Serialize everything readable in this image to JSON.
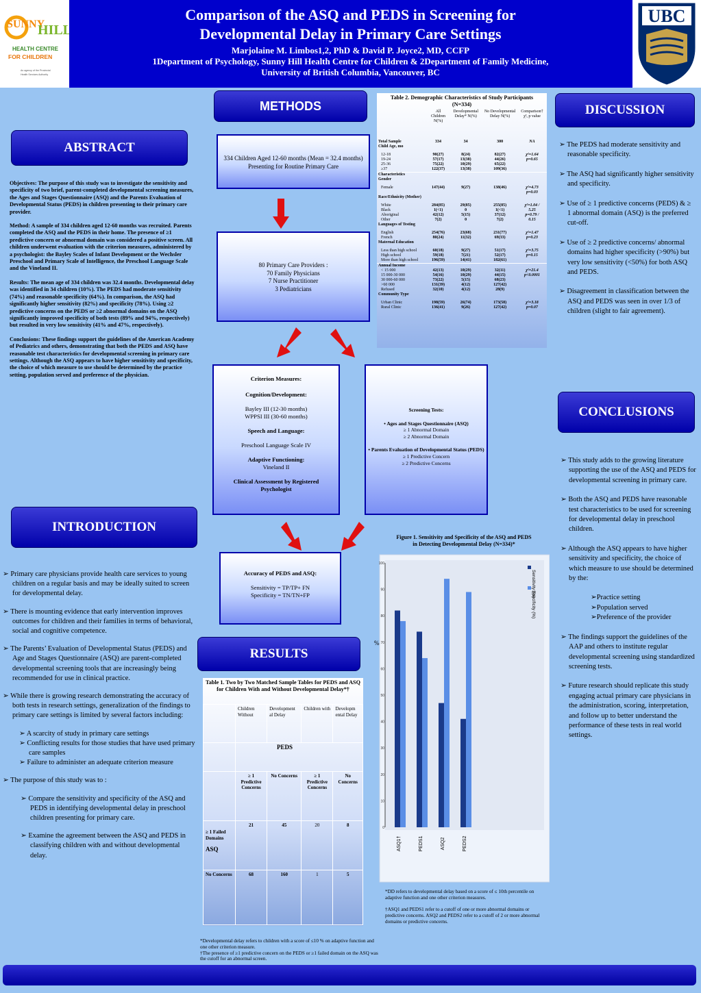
{
  "header": {
    "title_line1": "Comparison of the ASQ and PEDS in Screening for",
    "title_line2": "Developmental Delay in Primary Care Settings",
    "authors": "Marjolaine M. Limbos1,2, PhD & David P. Joyce2, MD, CCFP",
    "affil_line1": "1Department of Psychology, Sunny Hill Health Centre for Children &  2Department of Family Medicine,",
    "affil_line2": "University of British Columbia, Vancouver, BC"
  },
  "logo_left": {
    "name": "SUNNY HILL",
    "line1": "HEALTH CENTRE",
    "line2": "FOR CHILDREN",
    "tag": "An agency of the Provincial Health Services Authority"
  },
  "logo_right": {
    "name": "UBC"
  },
  "sections": {
    "abstract": "ABSTRACT",
    "introduction": "INTRODUCTION",
    "methods": "METHODS",
    "results": "RESULTS",
    "discussion": "DISCUSSION",
    "conclusions": "CONCLUSIONS"
  },
  "abstract": {
    "objectives": "Objectives: The purpose of this study was to investigate the sensitivity and specificity of two brief, parent-completed developmental screening measures, the Ages and Stages Questionnaire (ASQ) and the Parents Evaluation of Developmental Status (PEDS) in children presenting to their primary care provider.",
    "method": "Method:  A sample of 334 children aged 12-60 months was recruited.  Parents completed the ASQ and the PEDS in their home.  The presence of ≥1 predictive concern or abnormal domain was considered a positive screen.  All children underwent evaluation with the criterion measures, administered by a psychologist: the Bayley Scales of Infant Development or the Wechsler Preschool and Primary Scale of Intelligence, the Preschool Language Scale and the Vineland II.",
    "results": "Results:  The mean age of 334 children was 32.4 months.  Developmental delay was identified in 34 children (10%).  The PEDS had moderate sensitivity (74%) and reasonable specificity (64%).  In comparison, the ASQ had significantly higher sensitivity (82%) and specificity (78%).  Using ≥2 predictive concerns on the PEDS or ≥2 abnormal domains on the ASQ significantly improved specificity of both tests (89% and 94%, respectively) but resulted in very low sensitivity (41% and 47%, respectively).",
    "conclusions": "Conclusions: These findings support the guidelines of the American Academy of Pediatrics and others, demonstrating that both the PEDS and ASQ have reasonable test characteristics for developmental screening in primary care settings.  Although the ASQ appears to have higher sensitivity and specificity, the choice of which measure to use should be determined by the practice setting, population served and preference of the physician."
  },
  "introduction": {
    "b1": "Primary care physicians provide health care services to young children on a regular basis and may be ideally suited to screen for developmental delay.",
    "b2": "There is mounting evidence that early intervention improves outcomes for children and their families in terms of behavioral, social and cognitive competence.",
    "b3": "The Parents’ Evaluation of Developmental Status (PEDS) and Age and Stages Questionnaire (ASQ) are parent-completed developmental screening tools that are increasingly being recommended for use in clinical practice.",
    "b4": "While there is growing research demonstrating the accuracy of both tests in research settings, generalization of the findings to primary care settings is limited by several factors including:",
    "s1": "A scarcity of study in primary care settings",
    "s2": "Conflicting results for those studies that have used primary care samples",
    "s3": "Failure to administer an adequate criterion measure",
    "b5": "The purpose of this study was to :",
    "p1": "Compare the sensitivity and specificity of the ASQ and PEDS in identifying  developmental delay in preschool children presenting for primary care.",
    "p2": "Examine the agreement between the ASQ and PEDS in classifying children with and without developmental delay."
  },
  "methods": {
    "box1": "334 Children Aged 12-60 months (Mean = 32.4 months) Presenting for Routine Primary Care",
    "box2_l1": "80 Primary Care Providers :",
    "box2_l2": "70 Family Physicians",
    "box2_l3": "7 Nurse Practitioner",
    "box2_l4": "3 Pediatricians",
    "crit_title": "Criterion Measures:",
    "crit_cog": "Cognition/Development:",
    "crit_cog1": "Bayley III (12-30 months)",
    "crit_cog2": "WPPSI  III (30-60 months)",
    "crit_sl": "Speech and Language:",
    "crit_sl1": "Preschool Language Scale  IV",
    "crit_af": "Adaptive Functioning:",
    "crit_af1": "Vineland  II",
    "crit_ca": "Clinical Assessment by Registered Psychologist",
    "scr_title": "Screening Tests:",
    "scr_asq": "• Ages and Stages Questionnaire (ASQ)",
    "scr_asq1": "≥ 1 Abnormal Domain",
    "scr_asq2": "≥ 2 Abnormal Domain",
    "scr_peds": "• Parents Evaluation of Developmental Status (PEDS)",
    "scr_peds1": "≥ 1 Predictive Concern",
    "scr_peds2": "≥ 2 Predictive Concerns",
    "acc_title": "Accuracy of PEDS and ASQ:",
    "acc_sens": "Sensitivity  =   TP/TP+ FN",
    "acc_spec": "Specificity  =   TN/TN+FP"
  },
  "table1": {
    "title": "Table 1.  Two by Two Matched Sample Tables for PEDS and ASQ for Children With and Without Developmental Delay*†",
    "h1": "Children Without",
    "h2": "Development al Delay",
    "h3": "Children with",
    "h4": "Developm ental Delay",
    "peds": "PEDS",
    "c1": "≥ 1 Predictive Concerns",
    "c2": "No Concerns",
    "c3": "≥ 1 Predictive Concerns",
    "c4": "No Concerns",
    "r1_label": "≥ 1 Failed Domains",
    "asq": "ASQ",
    "r2_label": "No  Concerns",
    "r1": [
      "21",
      "45",
      "20",
      "8"
    ],
    "r2": [
      "68",
      "160",
      "1",
      "5"
    ],
    "fn1": "*Developmental delay refers to children with a score of ≤10 % on adaptive function and one other criterion measure.",
    "fn2": "†The presence of ≥1 predictive concern on the PEDS or ≥1 failed domain on the ASQ was the cutoff for an abnormal screen."
  },
  "table2": {
    "title": "Table 2.  Demographic Characteristics of Study Participants (N=334)",
    "h_all": "All Children N(%)",
    "h_dd": "Developmental Delay* N(%)",
    "h_nodd": "No Developmental Delay N(%)",
    "h_comp": "Comparison† χ², p value",
    "rows": [
      [
        "Total Sample",
        "334",
        "34",
        "300",
        "NA"
      ],
      [
        "Child Age, mo",
        "",
        "",
        "",
        ""
      ],
      [
        "12-18",
        "90(27)",
        "8(24)",
        "82(27)",
        "χ²=1.64"
      ],
      [
        "19-24",
        "57(17)",
        "13(38)",
        "44(26)",
        "p=0.65"
      ],
      [
        "25-36",
        "75(22)",
        "10(29)",
        "65(22)",
        ""
      ],
      [
        "≥37",
        "122(37)",
        "13(38)",
        "109(36)",
        ""
      ],
      [
        "Characteristics",
        "",
        "",
        "",
        ""
      ],
      [
        "Gender",
        "",
        "",
        "",
        ""
      ],
      [
        "Female",
        "147(44)",
        "9(27)",
        "138(46)",
        "χ²=4.73"
      ],
      [
        "",
        "",
        "",
        "",
        "p=0.03"
      ],
      [
        "Race/Ethnicity (Mother)",
        "",
        "",
        "",
        ""
      ],
      [
        "White",
        "284(85)",
        "29(85)",
        "255(85)",
        "χ²=1.04 /"
      ],
      [
        "Black",
        "1(<1)",
        "0",
        "1(<1)",
        "5.25"
      ],
      [
        "Aboriginal",
        "42(12)",
        "5(15)",
        "37(12)",
        "p=0.79 /"
      ],
      [
        "Other",
        "7(2)",
        "0",
        "7(2)",
        "0.15"
      ],
      [
        "Languages  of Testing",
        "",
        "",
        "",
        ""
      ],
      [
        "English",
        "254(76)",
        "23(68)",
        "231(77)",
        "χ²=1.47"
      ],
      [
        "French",
        "80(24)",
        "11(32)",
        "69(33)",
        "p=0.23"
      ],
      [
        "Maternal  Education",
        "",
        "",
        "",
        ""
      ],
      [
        "Less than high school",
        "60(18)",
        "9(27)",
        "51(17)",
        "χ²=3.75"
      ],
      [
        "High school",
        "59(18)",
        "7(21)",
        "52(17)",
        "p=0.15"
      ],
      [
        "More than high school",
        "196(59)",
        "14(41)",
        "182(61)",
        ""
      ],
      [
        "Annual Income",
        "",
        "",
        "",
        ""
      ],
      [
        "< 15 000",
        "42(13)",
        "10(29)",
        "32(11)",
        "χ²=21.4"
      ],
      [
        "15 000-30 000",
        "54(16)",
        "10(29)",
        "44(15)",
        "p<0.0001"
      ],
      [
        "30 000-60 000",
        "73(22)",
        "5(15)",
        "68(23)",
        ""
      ],
      [
        ">60 000",
        "131(39)",
        "4(12)",
        "127(42)",
        ""
      ],
      [
        "Refused",
        "32(10)",
        "4(12)",
        "28(9)",
        ""
      ],
      [
        "Community Type",
        "",
        "",
        "",
        ""
      ],
      [
        "Urban  Clinic",
        "198(59)",
        "26(74)",
        "173(58)",
        "χ²=3.18"
      ],
      [
        "Rural Clinic",
        "136(41)",
        "9(26)",
        "127(42)",
        "p=0.07"
      ]
    ]
  },
  "figure1": {
    "title_line1": "Figure 1.  Sensitivity and Specificity of the ASQ and PEDS",
    "title_line2": "in Detecting Developmental Delay (N=334)*",
    "fn1": "*DD refers to developmental delay based on a score of  ≤ 10th percentile on adaptive function and  one other criterion measures.",
    "fn2": "†ASQ1 and PEDS1 refer to a cutoff of one or more abnormal domains or predictive concerns.  ASQ2 and PEDS2 refer to a cutoff of 2 or more abnormal domains or predictive concerns."
  },
  "chart_data": {
    "type": "bar",
    "categories": [
      "ASQ1†",
      "PEDS1",
      "ASQ2",
      "PEDS2"
    ],
    "series": [
      {
        "name": "Sensitivity (%)",
        "values": [
          82,
          74,
          47,
          41
        ],
        "color": "#1a3a8a"
      },
      {
        "name": "Specificity (%)",
        "values": [
          78,
          64,
          94,
          89
        ],
        "color": "#5a8ee6"
      }
    ],
    "ylabel": "%",
    "ylim": [
      0,
      100
    ],
    "legend_position": "top-right",
    "grid": false
  },
  "discussion": {
    "b1": "The PEDS had moderate sensitivity and reasonable specificity.",
    "b2": "The ASQ had significantly higher sensitivity and specificity.",
    "b3": "Use of  ≥ 1 predictive concerns (PEDS) & ≥ 1 abnormal domain (ASQ) is the preferred cut-off.",
    "b4": "Use of  ≥ 2 predictive concerns/ abnormal domains had higher specificity (>90%) but very low sensitivity (<50%) for both ASQ and PEDS.",
    "b5": "Disagreement in classification between the ASQ and PEDS was seen in over 1/3 of children (slight to fair agreement)."
  },
  "conclusions": {
    "b1": "This study adds to the growing literature supporting the use of the ASQ  and PEDS for developmental screening in primary care.",
    "b2": "Both the ASQ and PEDS have reasonable test characteristics to be used for screening for developmental delay in preschool children.",
    "b3": "Although the ASQ appears to have higher sensitivity and specificity, the choice of which measure to use should be determined by the:",
    "s1": "Practice setting",
    "s2": "Population served",
    "s3": "Preference of the provider",
    "b4": "The findings support the guidelines of the AAP and others to institute regular developmental screening using standardized screening tests.",
    "b5": "Future research should replicate this study engaging actual primary care physicians in the administration, scoring, interpretation, and follow up to better understand the performance of these tests in real world settings."
  },
  "colors": {
    "header": "#0000cc",
    "background": "#99c4f2",
    "arrow": "#e01010"
  }
}
